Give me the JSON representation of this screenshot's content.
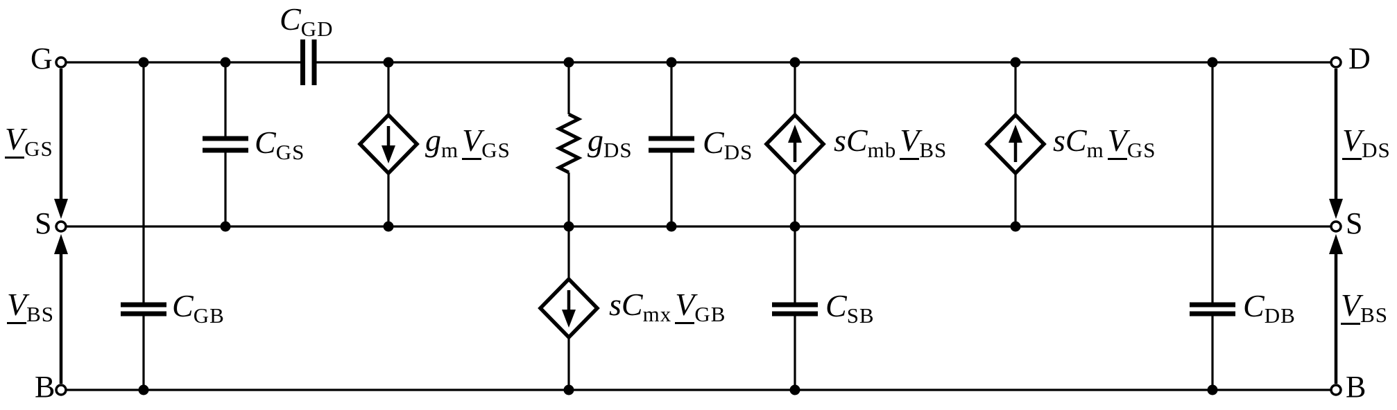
{
  "terminals": {
    "gate": "G",
    "drain": "D",
    "source_left": "S",
    "source_right": "S",
    "bulk_left": "B",
    "bulk_right": "B"
  },
  "voltages": {
    "vgs_left": {
      "sym": "V",
      "sub": "GS"
    },
    "vbs_left": {
      "sym": "V",
      "sub": "BS"
    },
    "vds_right": {
      "sym": "V",
      "sub": "DS"
    },
    "vbs_right": {
      "sym": "V",
      "sub": "BS"
    }
  },
  "capacitors": {
    "cgd": {
      "sym": "C",
      "sub": "GD"
    },
    "cgs": {
      "sym": "C",
      "sub": "GS"
    },
    "cgb": {
      "sym": "C",
      "sub": "GB"
    },
    "cds": {
      "sym": "C",
      "sub": "DS"
    },
    "csb": {
      "sym": "C",
      "sub": "SB"
    },
    "cdb": {
      "sym": "C",
      "sub": "DB"
    }
  },
  "resistor": {
    "gds": {
      "sym": "g",
      "sub": "DS"
    }
  },
  "controlled_sources": {
    "gm": {
      "coef_sym": "g",
      "coef_sub": "m",
      "ctrl_sym": "V",
      "ctrl_sub": "GS",
      "arrow_direction": "down"
    },
    "scmb": {
      "coef_sym": "sC",
      "coef_sub": "mb",
      "ctrl_sym": "V",
      "ctrl_sub": "BS",
      "arrow_direction": "up"
    },
    "scm": {
      "coef_sym": "sC",
      "coef_sub": "m",
      "ctrl_sym": "V",
      "ctrl_sub": "GS",
      "arrow_direction": "up"
    },
    "scmx": {
      "coef_sym": "sC",
      "coef_sub": "mx",
      "ctrl_sym": "V",
      "ctrl_sub": "GB",
      "arrow_direction": "down"
    }
  }
}
